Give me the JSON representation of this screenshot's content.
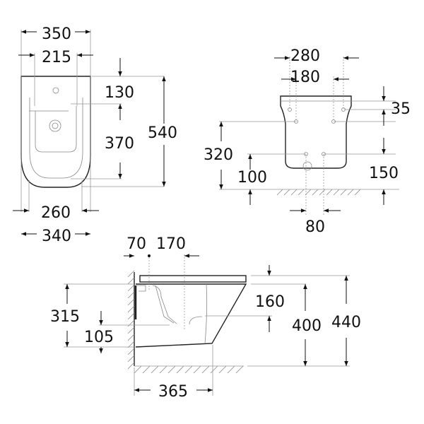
{
  "front_view": {
    "labels": {
      "width_outer": "350",
      "width_inner": "215",
      "tap_offset": "130",
      "bowl_length": "370",
      "total_length": "540",
      "bottom_inner": "260",
      "bottom_outer": "340"
    }
  },
  "rear_view": {
    "labels": {
      "bolt_spacing_outer": "280",
      "bolt_spacing_inner": "180",
      "top_offset": "35",
      "height_to_bolts": "320",
      "height_to_lower": "100",
      "lower_offset": "150",
      "lower_spacing": "80"
    }
  },
  "side_view": {
    "labels": {
      "wall_offset": "70",
      "drain_offset": "170",
      "rim_drop": "160",
      "rim_height": "400",
      "total_height": "440",
      "inlet_height": "315",
      "outlet_height": "105",
      "projection": "365"
    }
  }
}
